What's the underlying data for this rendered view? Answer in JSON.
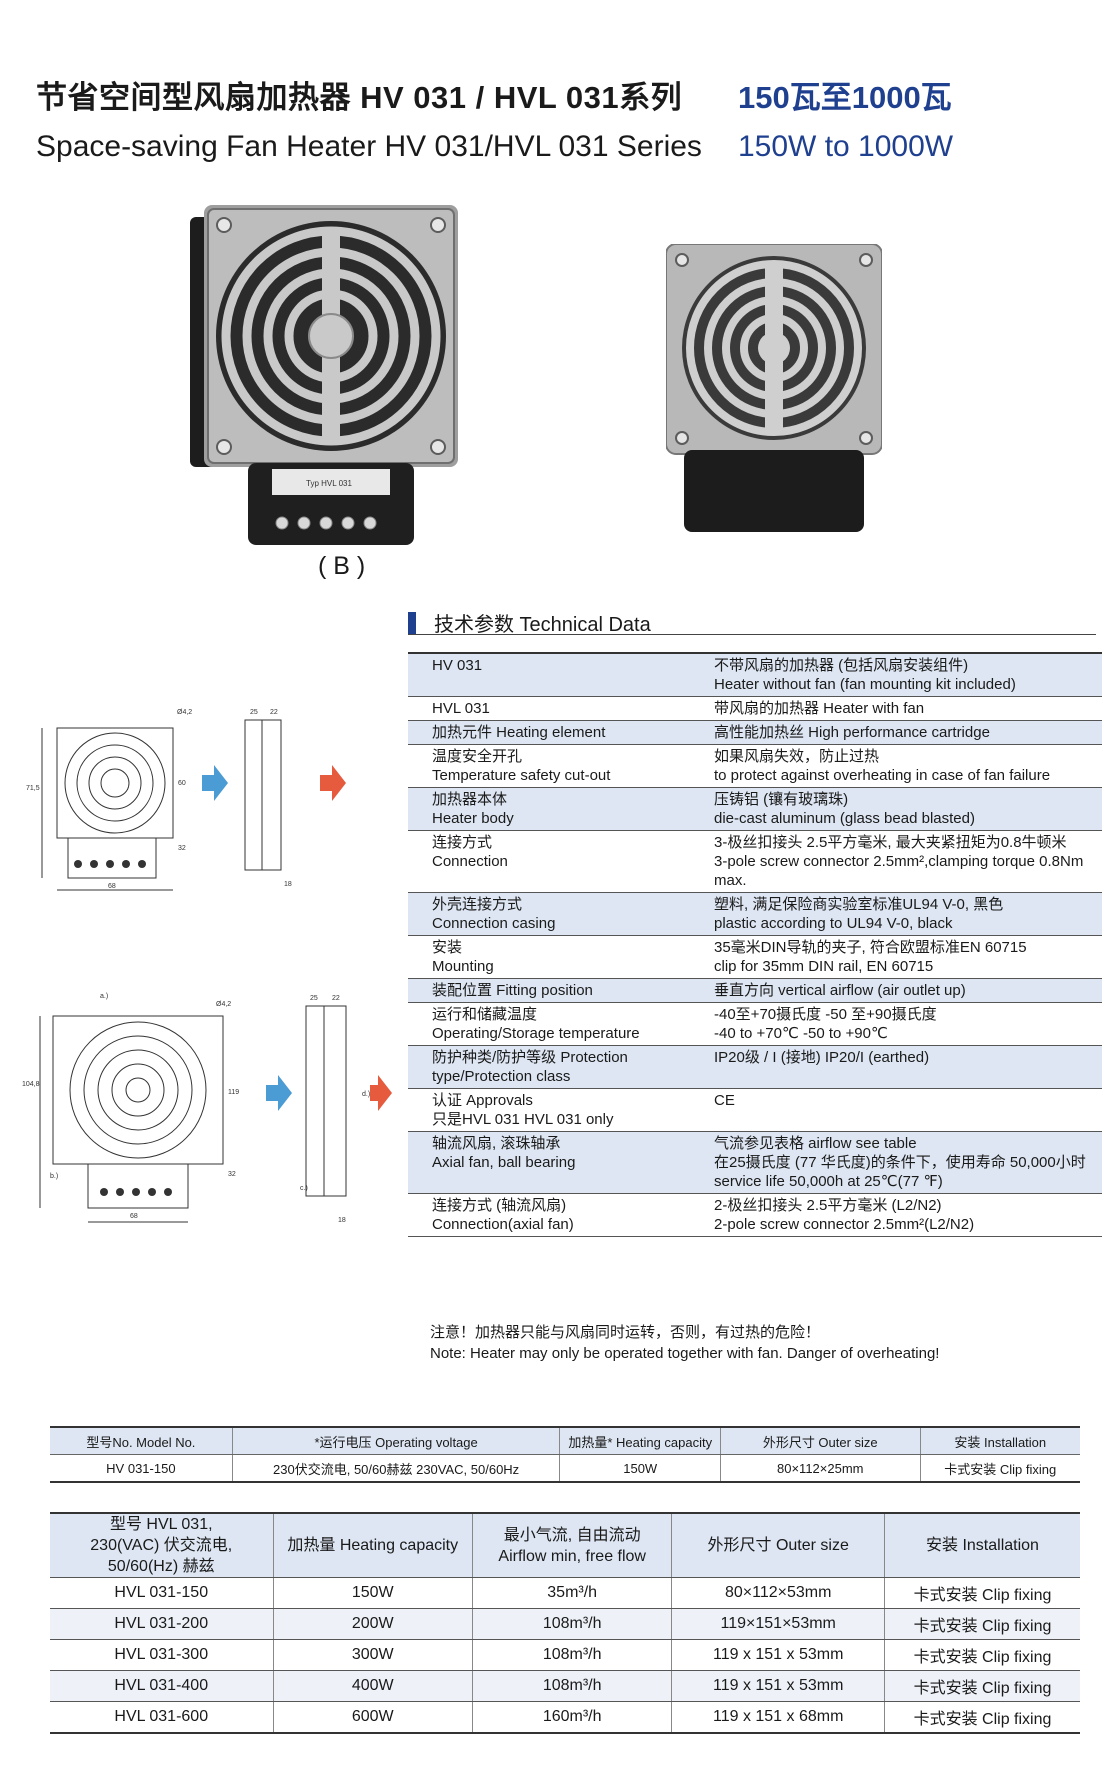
{
  "header": {
    "title_cn": "节省空间型风扇加热器 HV 031 / HVL 031系列",
    "title_en": "Space-saving Fan Heater HV 031/HVL 031 Series",
    "power_cn": "150瓦至1000瓦",
    "power_en": "150W to 1000W"
  },
  "photos": {
    "label_b": "( B )",
    "nameplate": "Typ HVL 031"
  },
  "drawings": {
    "top": {
      "dia": "Ø4,2",
      "w": "68",
      "h1": "71,5",
      "h2": "60",
      "d1": "25",
      "d2": "22",
      "d3": "32",
      "d4": "18"
    },
    "bottom": {
      "dia": "Ø4,2",
      "w": "68",
      "h1": "104,8",
      "h2": "119",
      "d1": "25",
      "d2": "22",
      "d3": "32",
      "d4": "18",
      "a": "a.)",
      "b": "b.)",
      "c": "c.)",
      "d": "d.)"
    }
  },
  "tech": {
    "heading": "技术参数  Technical Data",
    "rows": [
      {
        "l": [
          "HV 031",
          ""
        ],
        "r": [
          "不带风扇的加热器 (包括风扇安装组件)",
          "Heater without fan (fan mounting kit included)"
        ],
        "shade": true
      },
      {
        "l": [
          "HVL 031",
          ""
        ],
        "r": [
          "带风扇的加热器  Heater with fan",
          ""
        ],
        "shade": false
      },
      {
        "l": [
          "加热元件  Heating element",
          ""
        ],
        "r": [
          "高性能加热丝     High performance cartridge",
          ""
        ],
        "shade": true
      },
      {
        "l": [
          "温度安全开孔",
          "Temperature safety cut-out"
        ],
        "r": [
          "如果风扇失效，防止过热",
          "to protect against overheating in case of fan failure"
        ],
        "shade": false
      },
      {
        "l": [
          "加热器本体",
          "Heater body"
        ],
        "r": [
          "压铸铝 (镶有玻璃珠)",
          "die-cast aluminum (glass bead blasted)"
        ],
        "shade": true
      },
      {
        "l": [
          "连接方式",
          "Connection"
        ],
        "r": [
          "3-极丝扣接头 2.5平方毫米, 最大夹紧扭矩为0.8牛顿米",
          "3-pole screw connector 2.5mm²,clamping torque 0.8Nm max."
        ],
        "shade": false
      },
      {
        "l": [
          "外壳连接方式",
          "Connection casing"
        ],
        "r": [
          "塑料,  满足保险商实验室标准UL94 V-0,   黑色",
          "plastic according to UL94 V-0, black"
        ],
        "shade": true
      },
      {
        "l": [
          "安装",
          "Mounting"
        ],
        "r": [
          "35毫米DIN导轨的夹子, 符合欧盟标准EN 60715",
          "clip for 35mm DIN rail, EN 60715"
        ],
        "shade": false
      },
      {
        "l": [
          "装配位置  Fitting position",
          ""
        ],
        "r": [
          "垂直方向                         vertical airflow (air outlet up)",
          ""
        ],
        "shade": true
      },
      {
        "l": [
          "运行和储藏温度",
          "Operating/Storage temperature"
        ],
        "r": [
          "-40至+70摄氏度      -50 至+90摄氏度",
          "-40 to +70℃           -50 to +90℃"
        ],
        "shade": false
      },
      {
        "l": [
          "防护种类/防护等级 Protection type/Protection class",
          ""
        ],
        "r": [
          "IP20级 / I (接地)       IP20/I (earthed)",
          ""
        ],
        "shade": true
      },
      {
        "l": [
          "认证  Approvals",
          "只是HVL 031    HVL 031 only"
        ],
        "r": [
          "CE",
          ""
        ],
        "shade": false
      },
      {
        "l": [
          "轴流风扇, 滚珠轴承",
          "Axial fan, ball bearing"
        ],
        "r": [
          "气流参见表格 airflow see table",
          "在25摄氏度 (77 华氏度)的条件下，使用寿命 50,000小时",
          "service life 50,000h at 25℃(77 ℉)"
        ],
        "shade": true
      },
      {
        "l": [
          "连接方式 (轴流风扇)",
          "Connection(axial fan)"
        ],
        "r": [
          "2-极丝扣接头 2.5平方毫米 (L2/N2)",
          "2-pole screw connector 2.5mm²(L2/N2)"
        ],
        "shade": false
      }
    ]
  },
  "note": {
    "cn": "注意！加热器只能与风扇同时运转，否则，有过热的危险！",
    "en": "Note: Heater may only be operated together with fan. Danger of overheating!"
  },
  "table1": {
    "headers": [
      "型号No. Model No.",
      "*运行电压 Operating voltage",
      "加热量* Heating capacity",
      "外形尺寸  Outer size",
      "安装  Installation"
    ],
    "rows": [
      [
        "HV 031-150",
        "230伏交流电, 50/60赫兹   230VAC, 50/60Hz",
        "150W",
        "80×112×25mm",
        "卡式安装 Clip fixing"
      ]
    ]
  },
  "table2": {
    "headers": [
      [
        "型号 HVL 031,",
        "230(VAC) 伏交流电, 50/60(Hz) 赫兹"
      ],
      [
        "加热量 Heating capacity",
        ""
      ],
      [
        "最小气流, 自由流动",
        "Airflow min, free flow"
      ],
      [
        "外形尺寸 Outer size",
        ""
      ],
      [
        "安装 Installation",
        ""
      ]
    ],
    "rows": [
      [
        "HVL 031-150",
        "150W",
        "35m³/h",
        "80×112×53mm",
        "卡式安装 Clip fixing"
      ],
      [
        "HVL 031-200",
        "200W",
        "108m³/h",
        "119×151×53mm",
        "卡式安装 Clip fixing"
      ],
      [
        "HVL 031-300",
        "300W",
        "108m³/h",
        "119 x 151 x 53mm",
        "卡式安装 Clip fixing"
      ],
      [
        "HVL 031-400",
        "400W",
        "108m³/h",
        "119 x 151 x 53mm",
        "卡式安装 Clip fixing"
      ],
      [
        "HVL 031-600",
        "600W",
        "160m³/h",
        "119 x 151 x 68mm",
        "卡式安装 Clip fixing"
      ]
    ]
  }
}
